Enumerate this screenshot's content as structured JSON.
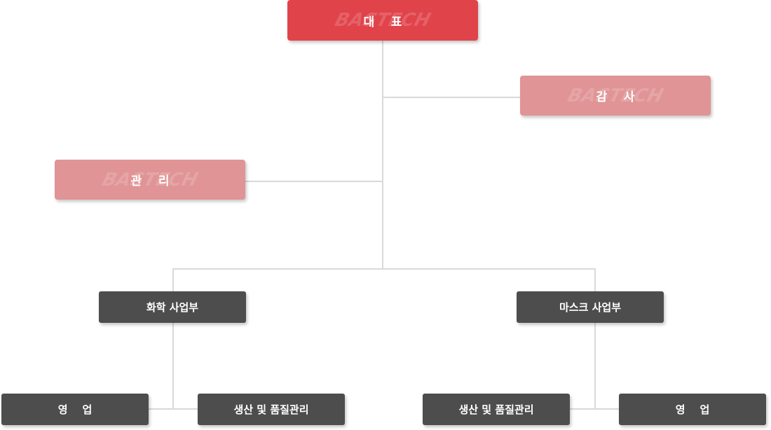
{
  "brand_watermark": "BASTECH",
  "colors": {
    "ceo": "#e0434a",
    "staff": "#e09495",
    "division": "#4d4d4d",
    "line": "#d9d9d9"
  },
  "nodes": {
    "ceo": "대    표",
    "auditor": "감    사",
    "admin": "관    리",
    "chem_div": "화학 사업부",
    "mask_div": "마스크 사업부",
    "chem_sales": "영    업",
    "chem_prod": "생산 및 품질관리",
    "mask_prod": "생산 및 품질관리",
    "mask_sales": "영    업"
  }
}
